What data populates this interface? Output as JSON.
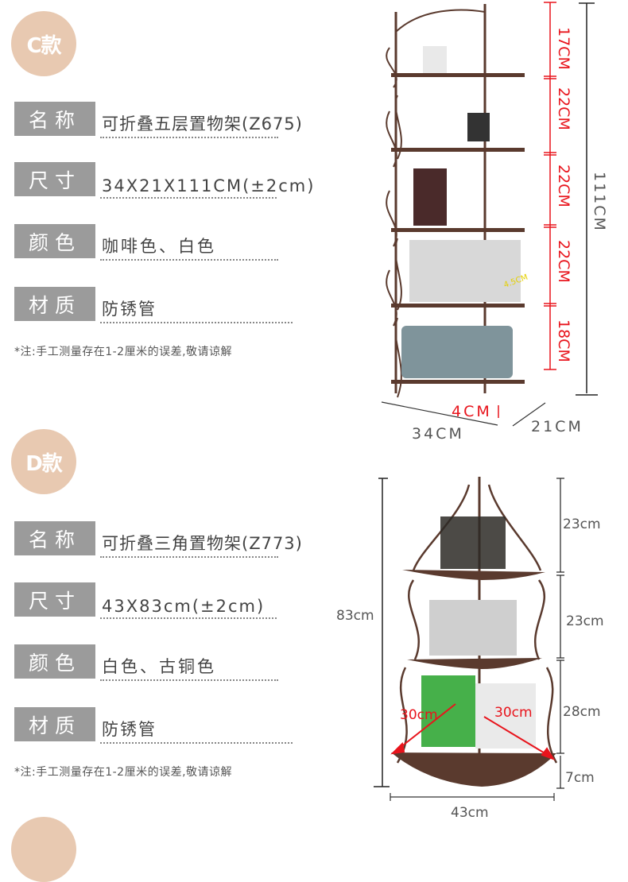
{
  "sections": [
    {
      "badge": "C款",
      "specs": [
        {
          "label": "名称",
          "value": "可折叠五层置物架(Z675)"
        },
        {
          "label": "尺寸",
          "value": "34X21X111CM(±2cm)"
        },
        {
          "label": "颜色",
          "value": "咖啡色、白色"
        },
        {
          "label": "材质",
          "value": "防锈管"
        }
      ],
      "note": "*注:手工测量存在1-2厘米的误差,敬请谅解",
      "diagram": {
        "tiers": [
          "17CM",
          "22CM",
          "22CM",
          "22CM",
          "18CM"
        ],
        "total_height": "111CM",
        "width": "34CM",
        "depth": "21CM",
        "foot": "4CM",
        "rail": "4.5CM"
      }
    },
    {
      "badge": "D款",
      "specs": [
        {
          "label": "名称",
          "value": "可折叠三角置物架(Z773)"
        },
        {
          "label": "尺寸",
          "value": "43X83cm(±2cm)"
        },
        {
          "label": "颜色",
          "value": "白色、古铜色"
        },
        {
          "label": "材质",
          "value": "防锈管"
        }
      ],
      "note": "*注:手工测量存在1-2厘米的误差,敬请谅解",
      "diagram": {
        "total_height": "83cm",
        "tiers": [
          "23cm",
          "23cm",
          "28cm",
          "7cm"
        ],
        "width": "43cm",
        "side_left": "30cm",
        "side_right": "30cm"
      }
    }
  ],
  "colors": {
    "badge": "#e8c9b1",
    "label_bg": "#9b9b9b",
    "dim_red": "#e8141c",
    "shelf": "#5a3a2e"
  }
}
